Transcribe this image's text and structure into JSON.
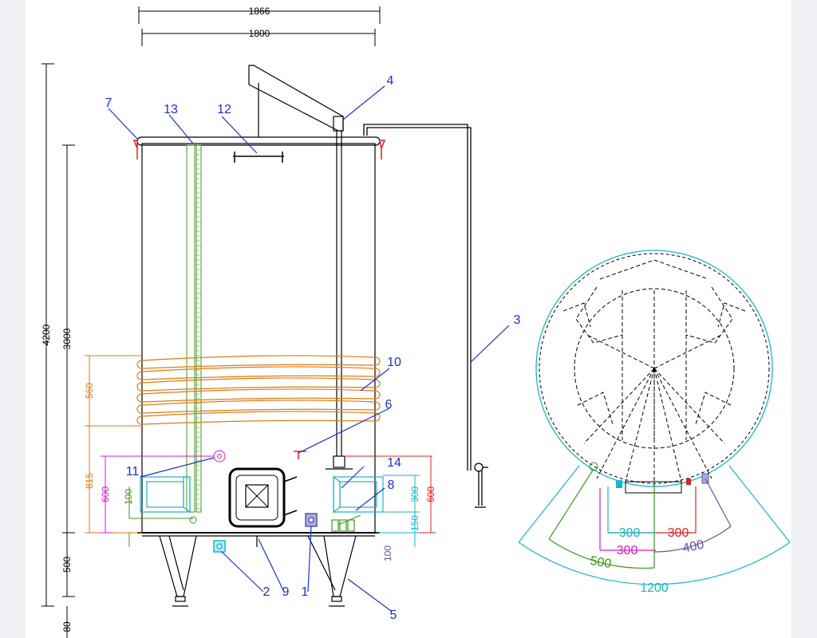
{
  "dimensions": {
    "top_outer": "1866",
    "top_inner": "1800",
    "height_total": "4200",
    "height_cylinder": "3000",
    "height_legs": "500",
    "height_feet": "80",
    "jacket_height": "560",
    "outlet_815": "815",
    "outlet_600_left": "600",
    "outlet_100_left": "100",
    "right_600": "600",
    "right_300": "300",
    "right_150": "150",
    "right_100": "100"
  },
  "plan_dimensions": {
    "d_1200": "1200",
    "d_500": "500",
    "d_400": "400",
    "d_300_cyan": "300",
    "d_300_red": "300",
    "d_300_magenta": "300"
  },
  "callouts": [
    "1",
    "2",
    "3",
    "4",
    "5",
    "6",
    "7",
    "8",
    "9",
    "10",
    "11",
    "12",
    "13",
    "14"
  ],
  "colors": {
    "outline": "#000000",
    "callout": "#1a2fd6",
    "jacket": "#e07b12",
    "gauge": "#3c9a1e",
    "valve_red": "#e02020",
    "magenta": "#d61ad6",
    "cyan": "#17b6c9",
    "slate": "#5a5a9e"
  }
}
